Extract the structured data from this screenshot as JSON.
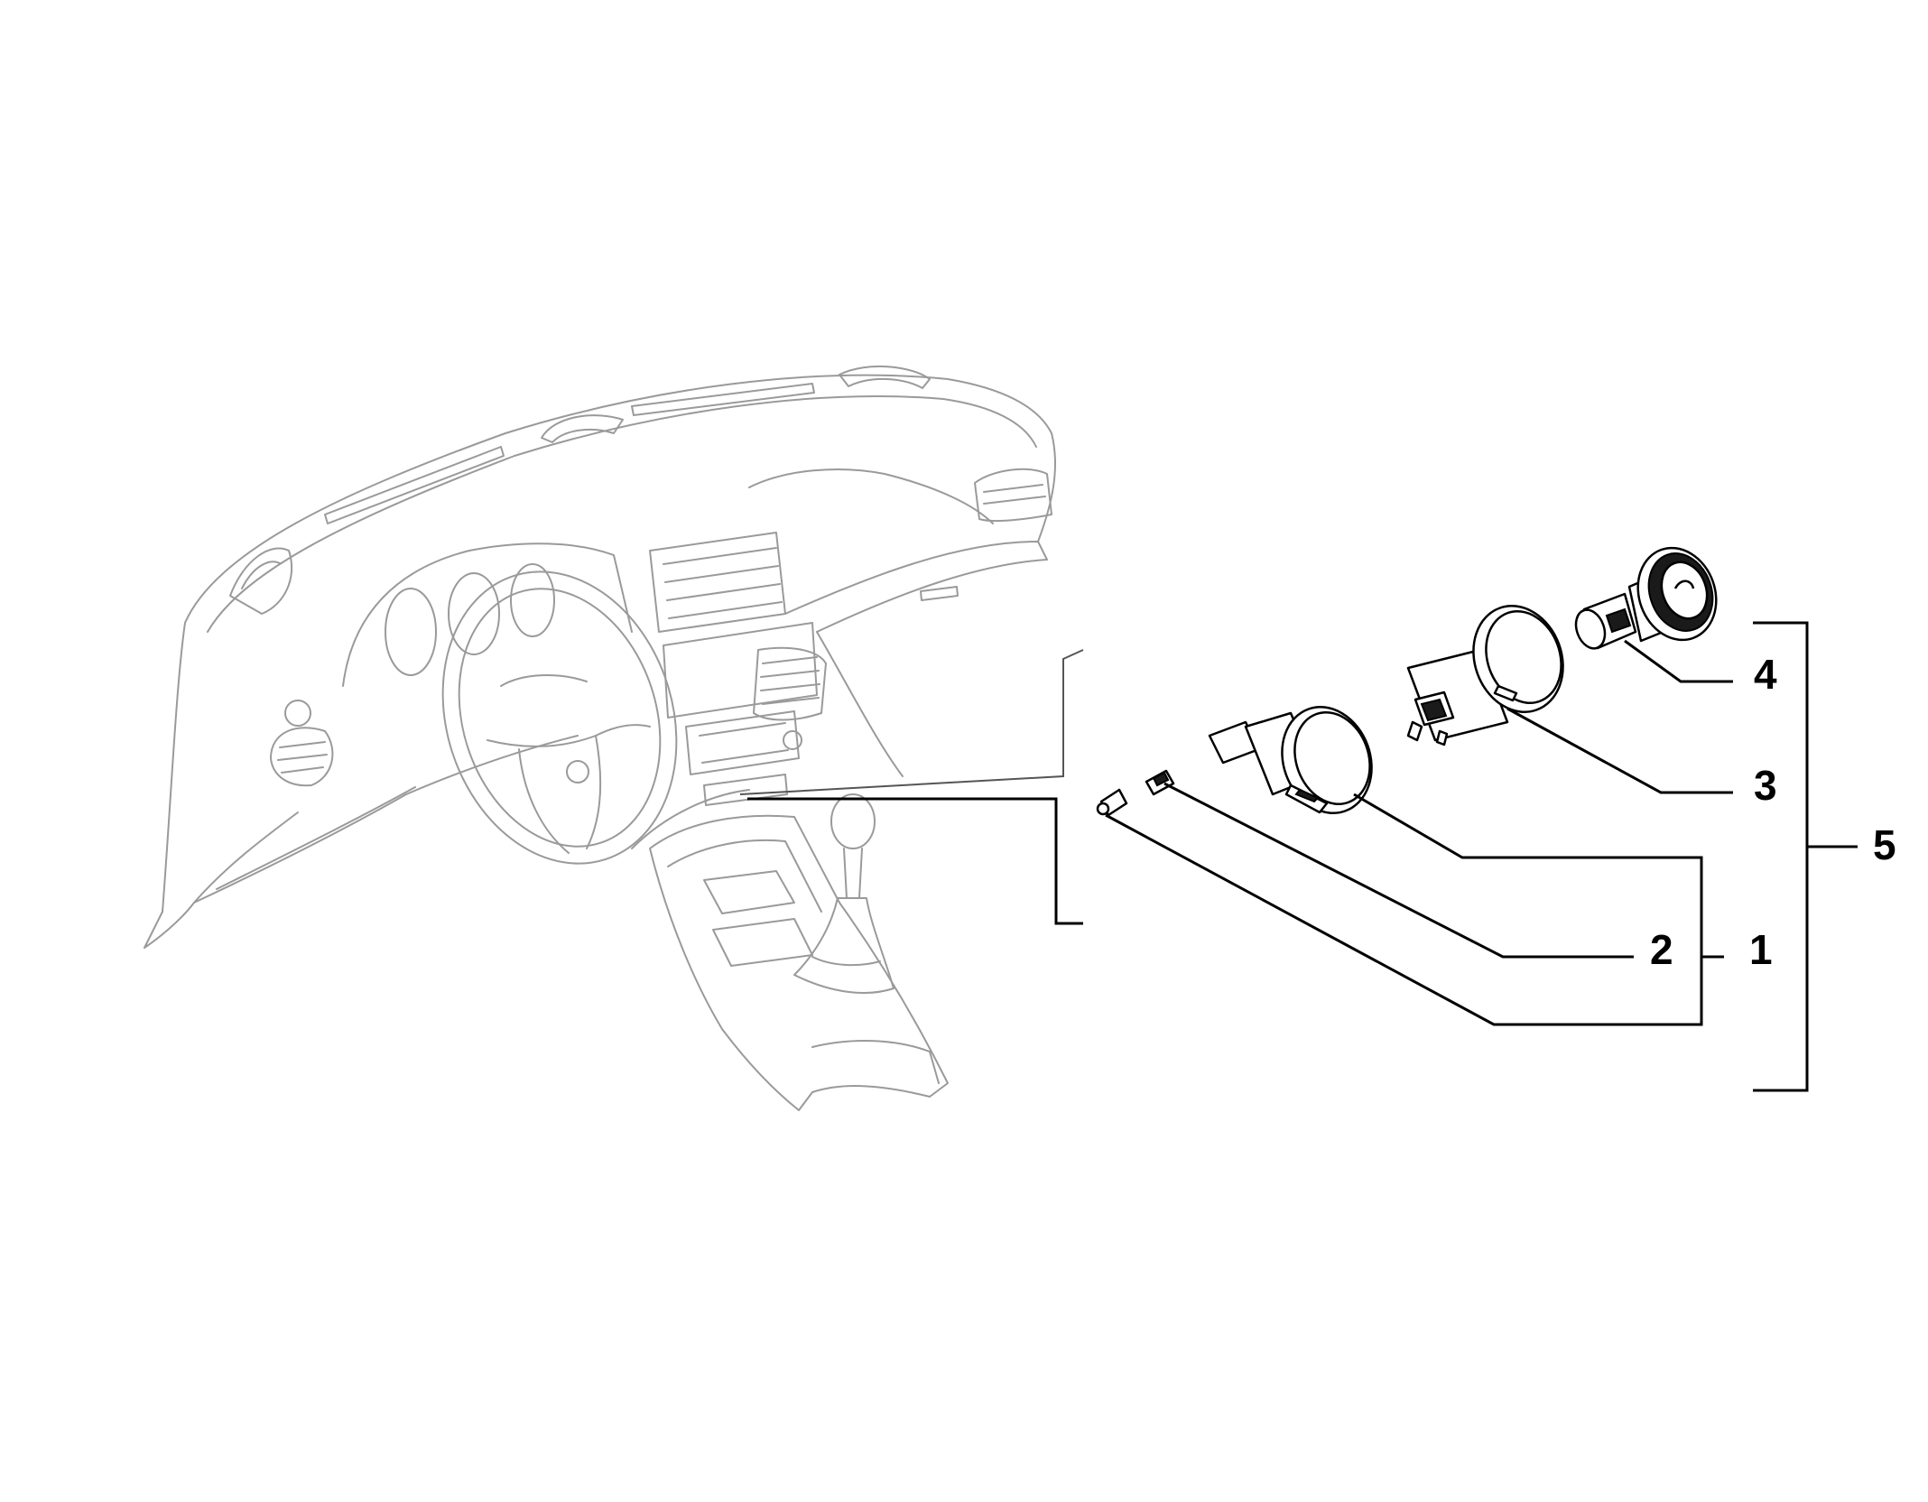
{
  "diagram": {
    "parts": [
      {
        "id": "part-1",
        "label": "1"
      },
      {
        "id": "part-2",
        "label": "2"
      },
      {
        "id": "part-3",
        "label": "3"
      },
      {
        "id": "part-4",
        "label": "4"
      },
      {
        "id": "part-5",
        "label": "5"
      }
    ]
  },
  "colors": {
    "line_art": "#9a9a9a",
    "parts": "#000000",
    "background": "#ffffff"
  }
}
